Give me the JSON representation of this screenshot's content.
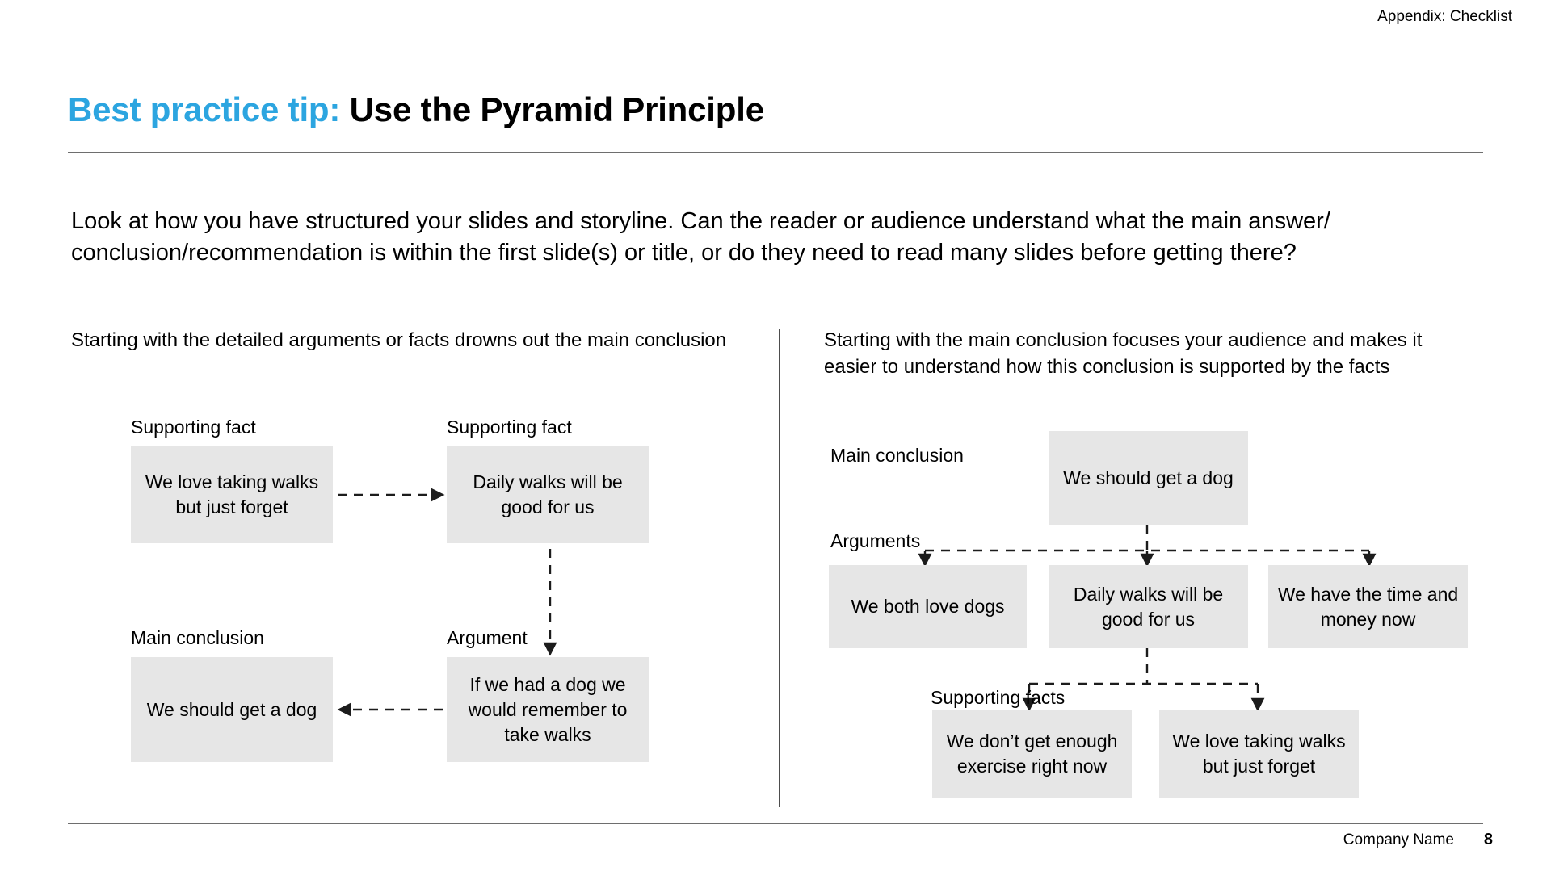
{
  "slide": {
    "eyebrow": "Appendix: Checklist",
    "title_accent": "Best practice tip:",
    "title_main": "Use the Pyramid Principle",
    "accent_color": "#2ca5e0",
    "node_fill": "#e6e6e6",
    "intro": "Look at how you have structured your slides and storyline. Can the reader or audience understand what the main answer/ conclusion/recommendation is within the first slide(s) or title, or do they need to read many slides before getting there?"
  },
  "left_column": {
    "heading": "Starting with the detailed arguments or facts drowns out the main conclusion",
    "labels": {
      "supporting_fact_1": "Supporting fact",
      "supporting_fact_2": "Supporting fact",
      "main_conclusion": "Main conclusion",
      "argument": "Argument"
    },
    "nodes": {
      "fact_1": "We love taking walks but just forget",
      "fact_2": "Daily walks will be good for us",
      "conclusion": "We should get a dog",
      "argument": "If we had a dog we would remember to take walks"
    }
  },
  "right_column": {
    "heading": "Starting with the main conclusion focuses your audience and makes it easier to understand how this conclusion is supported by the facts",
    "labels": {
      "main_conclusion": "Main conclusion",
      "arguments": "Arguments",
      "supporting_facts": "Supporting facts"
    },
    "nodes": {
      "conclusion": "We should get a dog",
      "argument_1": "We both love dogs",
      "argument_2": "Daily walks will be good for us",
      "argument_3": "We have the time and money now",
      "fact_1": "We don’t get enough exercise right now",
      "fact_2": "We love taking walks but just forget"
    }
  },
  "footer": {
    "company": "Company Name",
    "page_number": "8"
  }
}
